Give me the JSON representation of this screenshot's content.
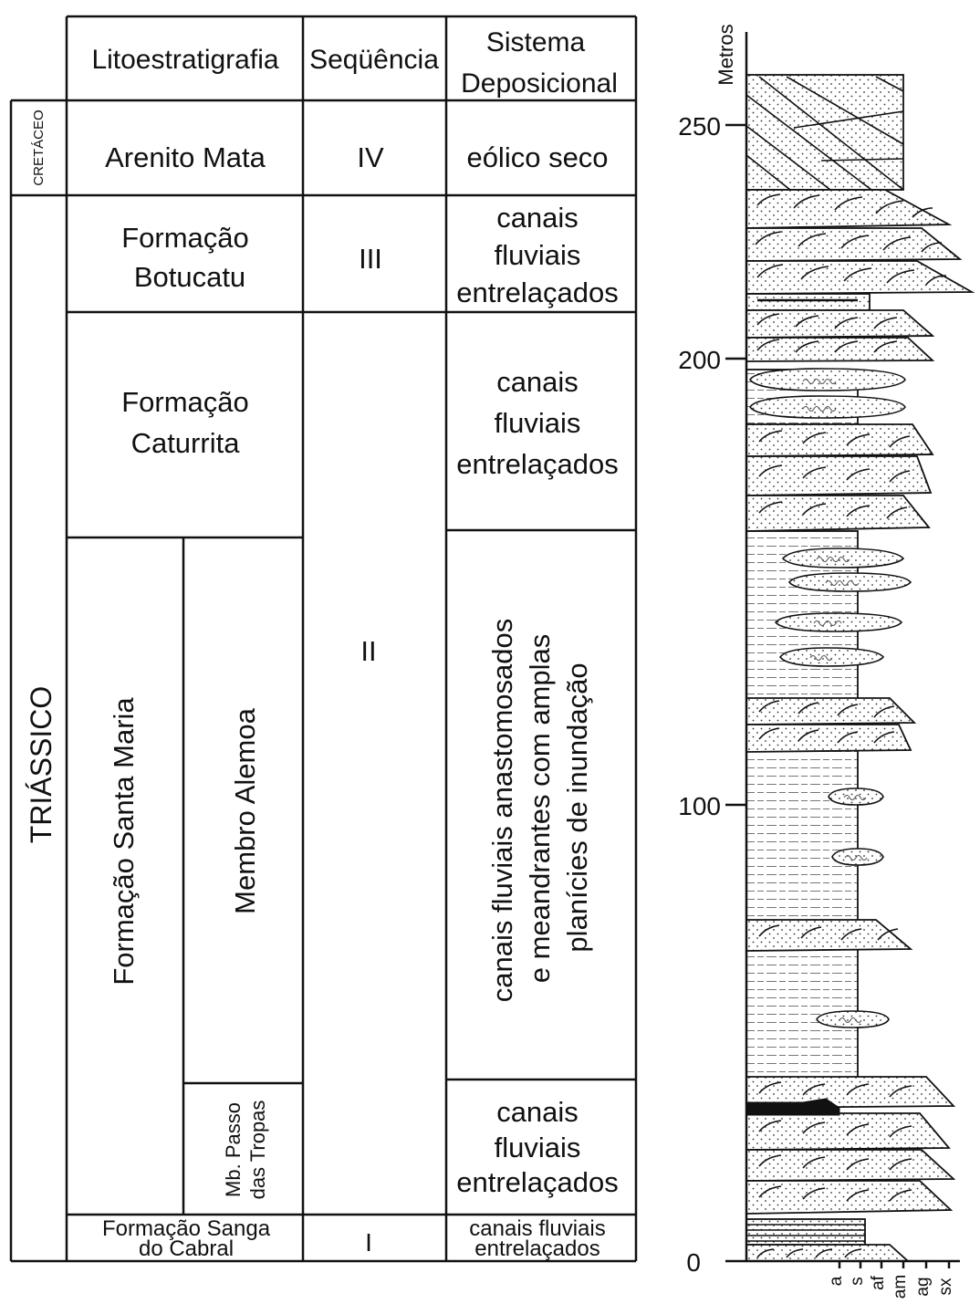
{
  "table": {
    "headers": {
      "lithostratigraphy": "Litoestratigrafia",
      "sequence": "Seqüência",
      "depositional_line1": "Sistema",
      "depositional_line2": "Deposicional"
    },
    "periods": {
      "cretaceous": "CRETÁCEO",
      "triassic": "TRIÁSSICO"
    },
    "units": {
      "arenito_mata": "Arenito Mata",
      "botucatu_line1": "Formação",
      "botucatu_line2": "Botucatu",
      "caturrita_line1": "Formação",
      "caturrita_line2": "Caturrita",
      "santa_maria": "Formação Santa Maria",
      "alemoa": "Membro Alemoa",
      "passo_tropas_line1": "Mb. Passo",
      "passo_tropas_line2": "das Tropas",
      "sanga_cabral_line1": "Formação Sanga",
      "sanga_cabral_line2": "do Cabral"
    },
    "sequences": {
      "iv": "IV",
      "iii": "III",
      "ii": "II",
      "i": "I"
    },
    "systems": {
      "mata": "eólico seco",
      "botucatu_line1": "canais",
      "botucatu_line2": "fluviais",
      "botucatu_line3": "entrelaçados",
      "caturrita_line1": "canais",
      "caturrita_line2": "fluviais",
      "caturrita_line3": "entrelaçados",
      "alemoa_line1": "canais fluviais  anastomosados",
      "alemoa_line2": "e meandrantes com  amplas",
      "alemoa_line3": "planícies  de inundação",
      "passo_line1": "canais",
      "passo_line2": "fluviais",
      "passo_line3": "entrelaçados",
      "sanga_line1": "canais fluviais",
      "sanga_line2": "entrelaçados"
    }
  },
  "column": {
    "axis_label": "Metros",
    "ticks": [
      "250",
      "200",
      "100",
      "0"
    ],
    "grain_sizes": [
      "a",
      "s",
      "af",
      "am",
      "ag",
      "sx"
    ]
  }
}
